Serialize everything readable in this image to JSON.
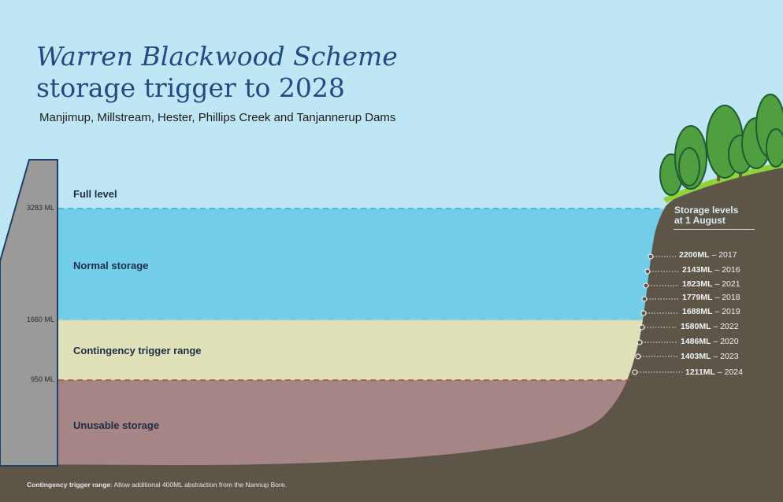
{
  "title": {
    "line1": "Warren Blackwood Scheme",
    "line2": "storage trigger to 2028"
  },
  "subtitle": "Manjimup, Millstream, Hester, Phillips Creek and Tanjannerup Dams",
  "zones": {
    "full_level": "Full level",
    "normal_storage": "Normal storage",
    "contingency_trigger_range": "Contingency trigger range",
    "unusable_storage": "Unusable storage"
  },
  "levels": {
    "full": "3283 ML",
    "contingency_top": "1660 ML",
    "unusable_top": "950 ML"
  },
  "storage_legend": {
    "title_line1": "Storage levels",
    "title_line2": "at 1 August"
  },
  "readings": [
    {
      "value": "2200ML",
      "year": " – 2017"
    },
    {
      "value": "2143ML",
      "year": " – 2016"
    },
    {
      "value": "1823ML",
      "year": " – 2021"
    },
    {
      "value": "1779ML",
      "year": " – 2018"
    },
    {
      "value": "1688ML",
      "year": " – 2019"
    },
    {
      "value": "1580ML",
      "year": " – 2022"
    },
    {
      "value": "1486ML",
      "year": " – 2020"
    },
    {
      "value": "1403ML",
      "year": " – 2023"
    },
    {
      "value": "1211ML",
      "year": " – 2024"
    }
  ],
  "footnote": {
    "label": "Contingency trigger range",
    "text": ": Allow additional 400ML abstraction from the Nannup Bore."
  },
  "colors": {
    "sky": "#bfe6f4",
    "normal_water": "#72cde8",
    "contingency_band": "#e1e1b9",
    "unusable_band": "#a58585",
    "ground": "#5c5548",
    "dam_wall": "#9a9a9a",
    "grass": "#8fd23a",
    "trees": "#4f9e3f",
    "title": "#1f4b83"
  }
}
